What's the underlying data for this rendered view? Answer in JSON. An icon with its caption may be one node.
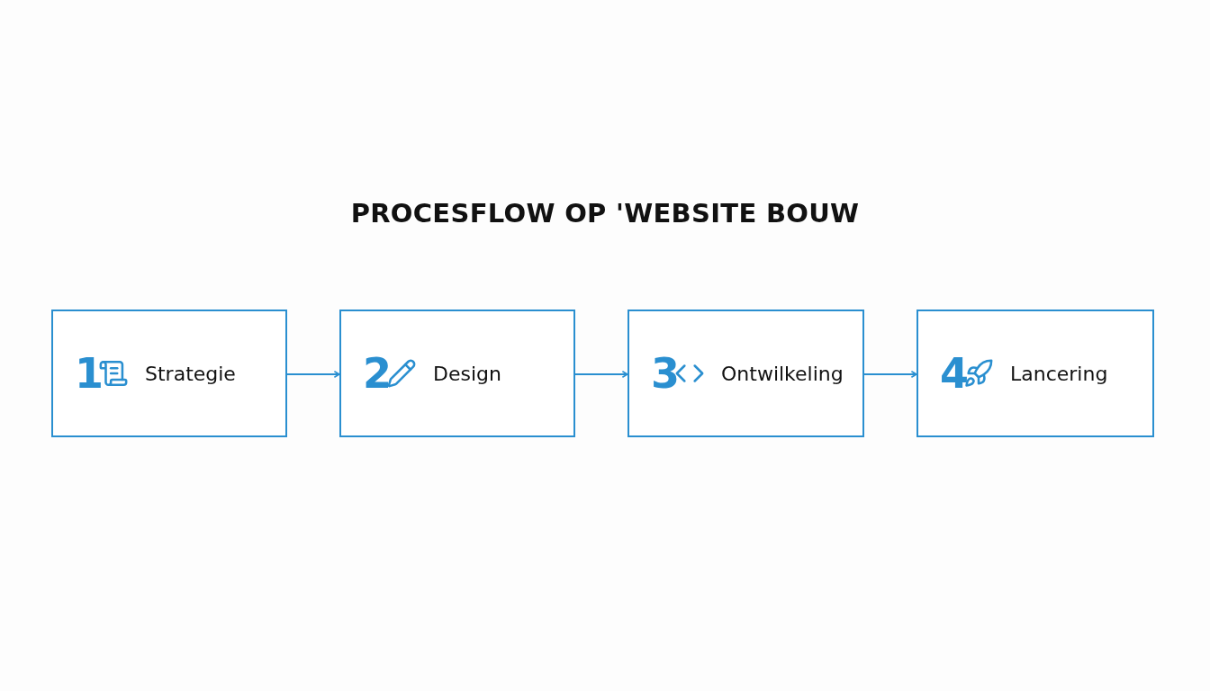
{
  "diagram": {
    "title": "PROCESFLOW OP 'WEBSITE BOUW",
    "nodes": [
      {
        "text": [
          "1",
          "Strategie"
        ]
      },
      {
        "text": [
          "2",
          "Design"
        ]
      },
      {
        "text": [
          "3",
          "Ontwilkeling"
        ]
      },
      {
        "text": [
          "4",
          "Lancering"
        ]
      }
    ],
    "edges": [
      {
        "from": 0,
        "to": 1,
        "arrow": "to"
      },
      {
        "from": 1,
        "to": 2,
        "arrow": "to"
      },
      {
        "from": 2,
        "to": 3,
        "arrow": "to"
      }
    ]
  }
}
